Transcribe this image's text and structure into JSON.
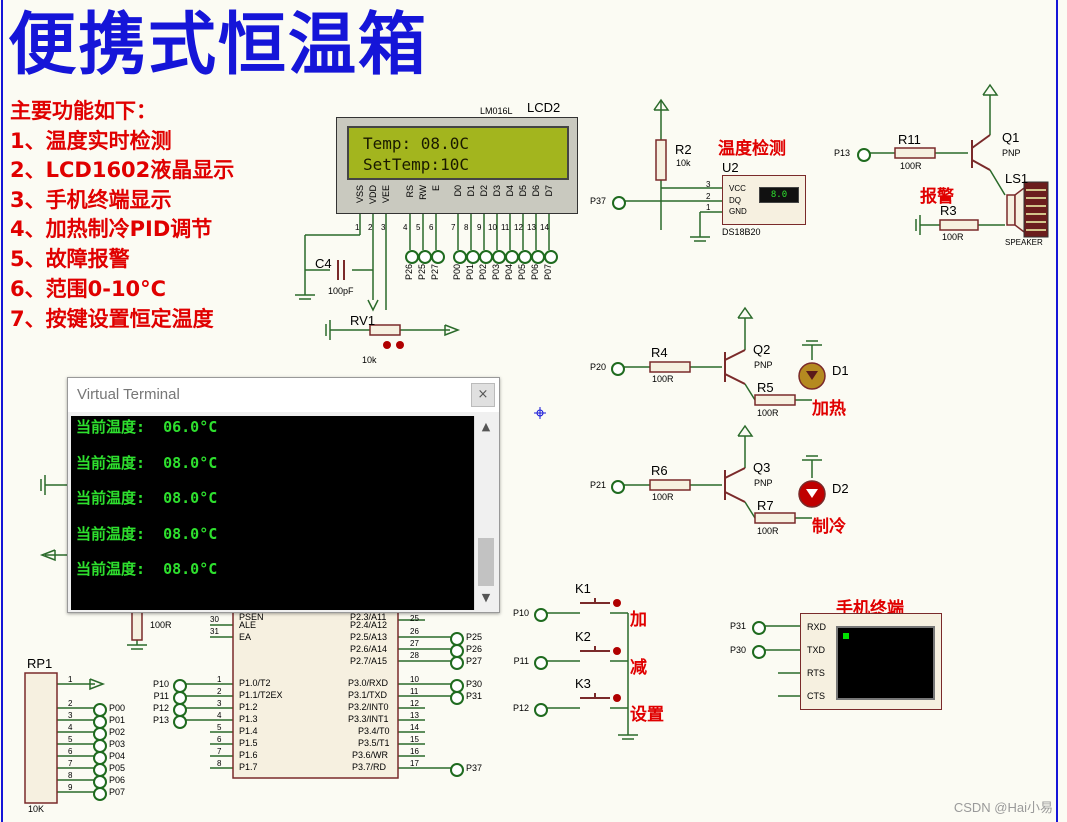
{
  "title": "便携式恒温箱",
  "features": {
    "heading": "主要功能如下：",
    "items": [
      "1、温度实时检测",
      "2、LCD1602液晶显示",
      "3、手机终端显示",
      "4、加热制冷PID调节",
      "5、故障报警",
      "6、范围0-10°C",
      "7、按键设置恒定温度"
    ]
  },
  "lcd": {
    "ref": "LCD2",
    "model": "LM016L",
    "row1": "Temp: 08.0C",
    "row2": "SetTemp:10C",
    "pins_top": [
      "VSS",
      "VDD",
      "VEE",
      "RS",
      "RW",
      "E",
      "D0",
      "D1",
      "D2",
      "D3",
      "D4",
      "D5",
      "D6",
      "D7"
    ],
    "pin_nums": [
      "1",
      "2",
      "3",
      "4",
      "5",
      "6",
      "7",
      "8",
      "9",
      "10",
      "11",
      "12",
      "13",
      "14"
    ],
    "pin_nets": [
      "P26",
      "P25",
      "P27",
      "P00",
      "P01",
      "P02",
      "P03",
      "P04",
      "P05",
      "P06",
      "P07"
    ]
  },
  "c4": {
    "ref": "C4",
    "value": "100pF"
  },
  "rv1": {
    "ref": "RV1",
    "value": "10k"
  },
  "sensor": {
    "section": "温度检测",
    "r2_ref": "R2",
    "r2_val": "10k",
    "ref": "U2",
    "model": "DS18B20",
    "pins": [
      "VCC",
      "DQ",
      "GND"
    ],
    "pin_nums": [
      "3",
      "2",
      "1"
    ],
    "display": "8.0",
    "net": "P37"
  },
  "alarm": {
    "section": "报警",
    "r11_ref": "R11",
    "r11_val": "100R",
    "q1_ref": "Q1",
    "q1_type": "PNP",
    "ls_ref": "LS1",
    "ls_type": "SPEAKER",
    "r3_ref": "R3",
    "r3_val": "100R",
    "net": "P13"
  },
  "heater": {
    "label": "加热",
    "r4_ref": "R4",
    "r4_val": "100R",
    "q2_ref": "Q2",
    "q2_type": "PNP",
    "r5_ref": "R5",
    "r5_val": "100R",
    "d_ref": "D1",
    "net": "P20"
  },
  "cooler": {
    "label": "制冷",
    "r6_ref": "R6",
    "r6_val": "100R",
    "q3_ref": "Q3",
    "q3_type": "PNP",
    "r7_ref": "R7",
    "r7_val": "100R",
    "d_ref": "D2",
    "net": "P21"
  },
  "terminal": {
    "title": "Virtual Terminal",
    "close": "×",
    "lines": [
      "当前温度:  06.0°C",
      "当前温度:  08.0°C",
      "当前温度:  08.0°C",
      "当前温度:  08.0°C",
      "当前温度:  08.0°C"
    ]
  },
  "keys": {
    "k1": {
      "ref": "K1",
      "label": "加",
      "net": "P10"
    },
    "k2": {
      "ref": "K2",
      "label": "减",
      "net": "P11"
    },
    "k3": {
      "ref": "K3",
      "label": "设置",
      "net": "P12"
    }
  },
  "mobile": {
    "title": "手机终端",
    "pins": [
      "RXD",
      "TXD",
      "RTS",
      "CTS"
    ],
    "nets": [
      "P31",
      "P30"
    ]
  },
  "mcu": {
    "left_nets": [
      "P10",
      "P11",
      "P12",
      "P13"
    ],
    "left_nums": [
      "1",
      "2",
      "3",
      "4",
      "5",
      "6",
      "7",
      "8"
    ],
    "left_pins": [
      "P1.0/T2",
      "P1.1/T2EX",
      "P1.2",
      "P1.3",
      "P1.4",
      "P1.5",
      "P1.6",
      "P1.7"
    ],
    "top_left_nums": [
      "30",
      "31"
    ],
    "top_left_pins": [
      "PSEN",
      "ALE",
      "EA"
    ],
    "r_val": "100R",
    "right_top_nums": [
      "25",
      "26",
      "27",
      "28"
    ],
    "right_top_pins": [
      "P2.3/A11",
      "P2.4/A12",
      "P2.5/A13",
      "P2.6/A14",
      "P2.7/A15"
    ],
    "right_top_nets": [
      "P25",
      "P26",
      "P27"
    ],
    "right_nums": [
      "10",
      "11",
      "12",
      "13",
      "14",
      "15",
      "16",
      "17"
    ],
    "right_pins": [
      "P3.0/RXD",
      "P3.1/TXD",
      "P3.2/INT0",
      "P3.3/INT1",
      "P3.4/T0",
      "P3.5/T1",
      "P3.6/WR",
      "P3.7/RD"
    ],
    "right_nets": [
      "P30",
      "P31",
      "P37"
    ]
  },
  "rp1": {
    "ref": "RP1",
    "value": "10K",
    "nums": [
      "1",
      "2",
      "3",
      "4",
      "5",
      "6",
      "7",
      "8",
      "9"
    ],
    "nets": [
      "P00",
      "P01",
      "P02",
      "P03",
      "P04",
      "P05",
      "P06",
      "P07"
    ]
  },
  "watermark": "CSDN @Hai小易"
}
